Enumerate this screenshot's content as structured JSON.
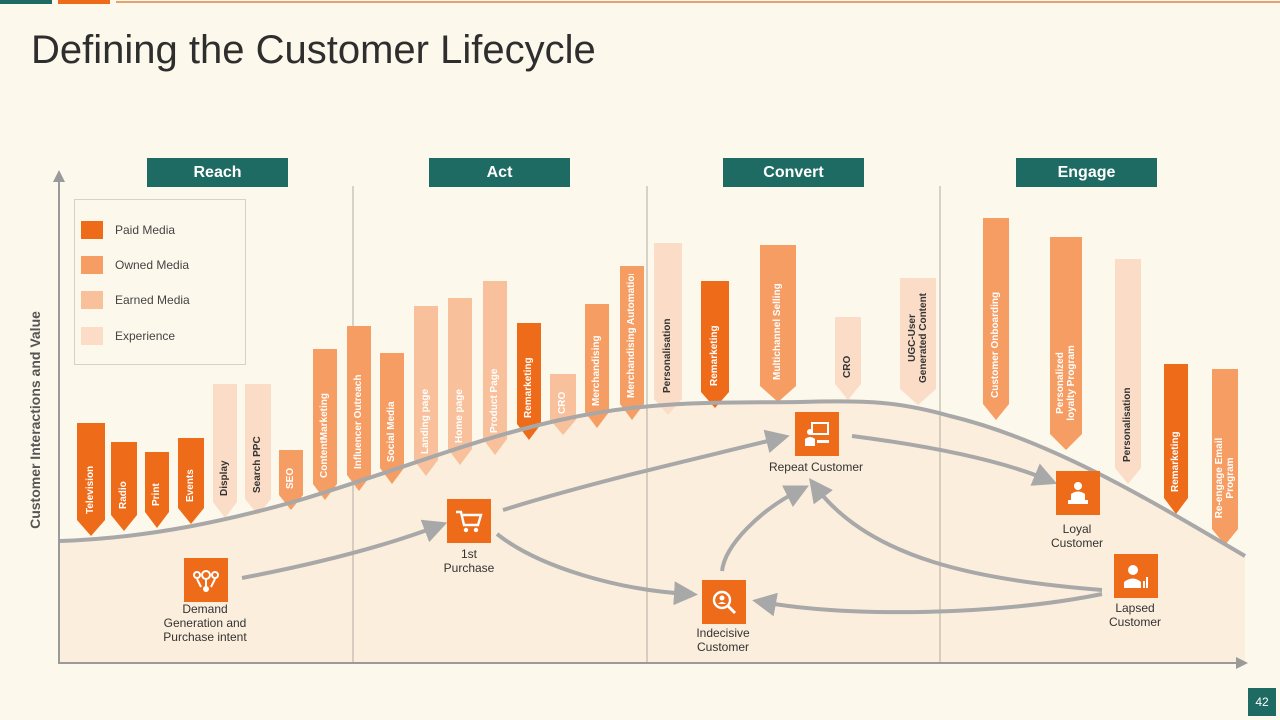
{
  "title": "Defining the Customer Lifecycle",
  "page_number": "42",
  "y_axis_label": "Customer Interactions and Value",
  "stages": [
    "Reach",
    "Act",
    "Convert",
    "Engage"
  ],
  "colors": {
    "teal": "#1e6b63",
    "paid": "#ee6b1a",
    "owned": "#f59d62",
    "earned": "#f8c09b",
    "experience": "#fbdcc7",
    "curve": "#a8a8a8"
  },
  "legend": [
    {
      "label": "Paid Media",
      "category": "paid"
    },
    {
      "label": "Owned Media",
      "category": "owned"
    },
    {
      "label": "Earned Media",
      "category": "earned"
    },
    {
      "label": "Experience",
      "category": "experience"
    }
  ],
  "tactics": [
    {
      "label": "Television",
      "category": "paid"
    },
    {
      "label": "Radio",
      "category": "paid"
    },
    {
      "label": "Print",
      "category": "paid"
    },
    {
      "label": "Events",
      "category": "paid"
    },
    {
      "label": "Display",
      "category": "experience"
    },
    {
      "label": "Search PPC",
      "category": "experience"
    },
    {
      "label": "SEO",
      "category": "owned"
    },
    {
      "label": "ContentMarketing",
      "category": "owned"
    },
    {
      "label": "Influencer Outreach",
      "category": "owned"
    },
    {
      "label": "Social Media",
      "category": "owned"
    },
    {
      "label": "Landing page",
      "category": "earned"
    },
    {
      "label": "Home page",
      "category": "earned"
    },
    {
      "label": "Product Page",
      "category": "earned"
    },
    {
      "label": "Remarketing",
      "category": "paid"
    },
    {
      "label": "CRO",
      "category": "earned"
    },
    {
      "label": "Merchandising",
      "category": "owned"
    },
    {
      "label": "Merchandising Automation",
      "category": "owned"
    },
    {
      "label": "Personalisation",
      "category": "experience"
    },
    {
      "label": "Remarketing",
      "category": "paid"
    },
    {
      "label": "Multichannel Selling",
      "category": "owned"
    },
    {
      "label": "CRO",
      "category": "experience"
    },
    {
      "label": "UGC-User Generated Content",
      "category": "experience"
    },
    {
      "label": "Customer Onboarding",
      "category": "owned"
    },
    {
      "label": "Personalized loyalty Program",
      "category": "owned"
    },
    {
      "label": "Personalisation",
      "category": "experience"
    },
    {
      "label": "Remarketing",
      "category": "paid"
    },
    {
      "label": "Re-engage Email Program",
      "category": "owned"
    }
  ],
  "nodes": [
    {
      "id": "demand",
      "label": "Demand\nGeneration and\nPurchase intent",
      "icon": "network-icon"
    },
    {
      "id": "purchase",
      "label": "1st\nPurchase",
      "icon": "cart-icon"
    },
    {
      "id": "indecisive",
      "label": "Indecisive\nCustomer",
      "icon": "search-person-icon"
    },
    {
      "id": "repeat",
      "label": "Repeat Customer",
      "icon": "presenter-icon"
    },
    {
      "id": "loyal",
      "label": "Loyal\nCustomer",
      "icon": "reader-icon"
    },
    {
      "id": "lapsed",
      "label": "Lapsed\nCustomer",
      "icon": "user-chart-icon"
    }
  ]
}
